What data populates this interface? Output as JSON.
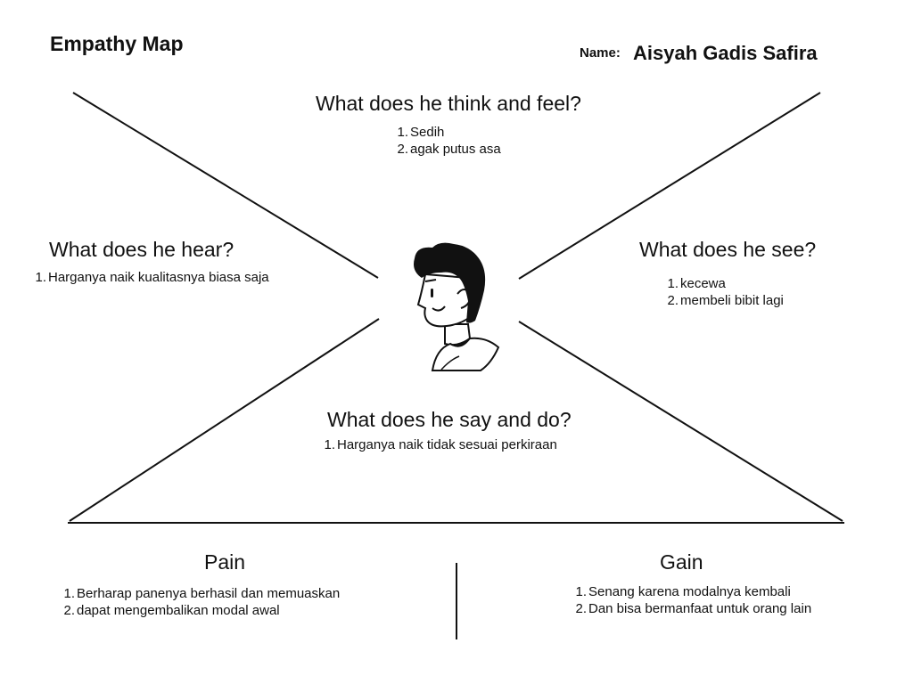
{
  "title": "Empathy Map",
  "name_label": "Name:",
  "name_value": "Aisyah Gadis Safira",
  "sections": {
    "think_feel": {
      "heading": "What does he think and feel?",
      "items": [
        "Sedih",
        "agak putus asa"
      ]
    },
    "hear": {
      "heading": "What does he hear?",
      "items": [
        "Harganya naik kualitasnya biasa saja"
      ]
    },
    "see": {
      "heading": "What does he see?",
      "items": [
        "kecewa",
        "membeli bibit lagi"
      ]
    },
    "say_do": {
      "heading": "What does he say and do?",
      "items": [
        "Harganya naik tidak sesuai perkiraan"
      ]
    },
    "pain": {
      "heading": "Pain",
      "items": [
        "Berharap panenya berhasil dan memuaskan",
        "dapat mengembalikan modal awal"
      ]
    },
    "gain": {
      "heading": "Gain",
      "items": [
        "Senang karena modalnya kembali",
        "Dan bisa bermanfaat untuk orang lain"
      ]
    }
  },
  "avatar_icon": "person-profile-icon",
  "line_color": "#111111"
}
